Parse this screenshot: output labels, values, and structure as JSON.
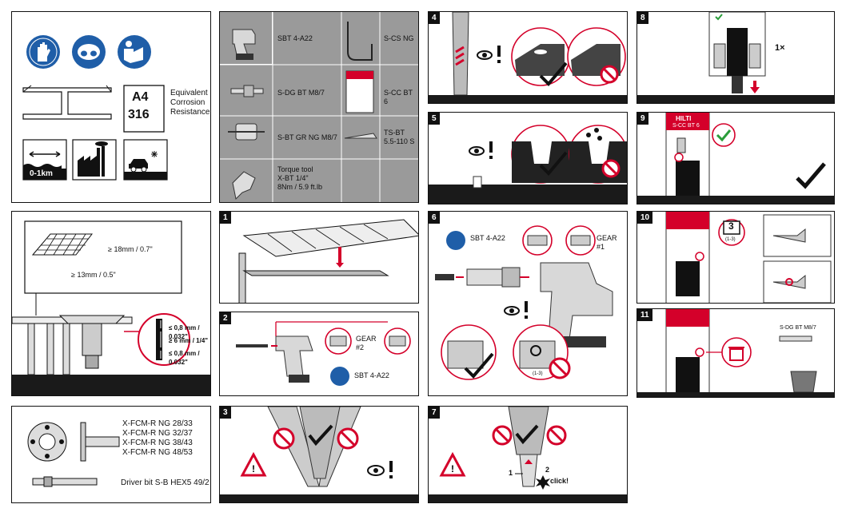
{
  "colors": {
    "accent": "#d4002a",
    "ink": "#111111",
    "grey": "#9a9a9a",
    "blue": "#1f5ea8",
    "green": "#2a9d3a"
  },
  "p1": {
    "a4": "A4",
    "n316": "316",
    "equiv": "Equivalent\nCorrosion\nResistance",
    "dist": "0-1km",
    "icons": [
      "gloves-icon",
      "goggles-icon",
      "read-manual-icon",
      "steel-beam-icon",
      "coastal-distance-icon",
      "factory-icon",
      "road-salt-icon"
    ]
  },
  "p2": {
    "tools": [
      {
        "label": "SBT 4-A22"
      },
      {
        "label": "S-DG BT M8/7"
      },
      {
        "label": "S-BT GR NG M8/7"
      },
      {
        "label": "Torque tool\nX-BT 1/4\"\n8Nm / 5.9 ft.lb"
      }
    ],
    "tools_right": [
      {
        "label": "S-CS NG"
      },
      {
        "label": "S-CC BT 6"
      },
      {
        "label": "TS-BT\n5.5-110 S"
      }
    ]
  },
  "p3": {
    "gap1": "≥ 18mm / 0.7\"",
    "gap2": "≥ 13mm / 0.5\"",
    "t1": "≤ 0,8 mm / 0.032\"",
    "t2": "≥ 6 mm / 1/4\"",
    "t3": "≤ 0,8 mm / 0.032\""
  },
  "p4": {
    "items": [
      "X-FCM-R NG 28/33",
      "X-FCM-R NG 32/37",
      "X-FCM-R NG 38/43",
      "X-FCM-R NG 48/53"
    ],
    "driver": "Driver bit S-B HEX5 49/2"
  },
  "steps": {
    "s1": "1",
    "s2": "2",
    "s3": "3",
    "s4": "4",
    "s5": "5",
    "s6": "6",
    "s7": "7",
    "s8": "8",
    "s9": "9",
    "s10": "10",
    "s11": "11",
    "s2_gear": "GEAR\n#2",
    "s2_tool": "SBT 4-A22",
    "s6_tool": "SBT 4-A22",
    "s6_gear": "GEAR\n#1",
    "s6_range": "(1-3)",
    "s7_1": "1",
    "s7_2": "2",
    "s7_click": "click!",
    "s8_count": "1×",
    "s10_num": "3",
    "s10_range": "(1-3)",
    "s11_label": "S-DG BT M8/7",
    "brand": "HILTI",
    "brand_sub": "S-CC BT 6"
  }
}
